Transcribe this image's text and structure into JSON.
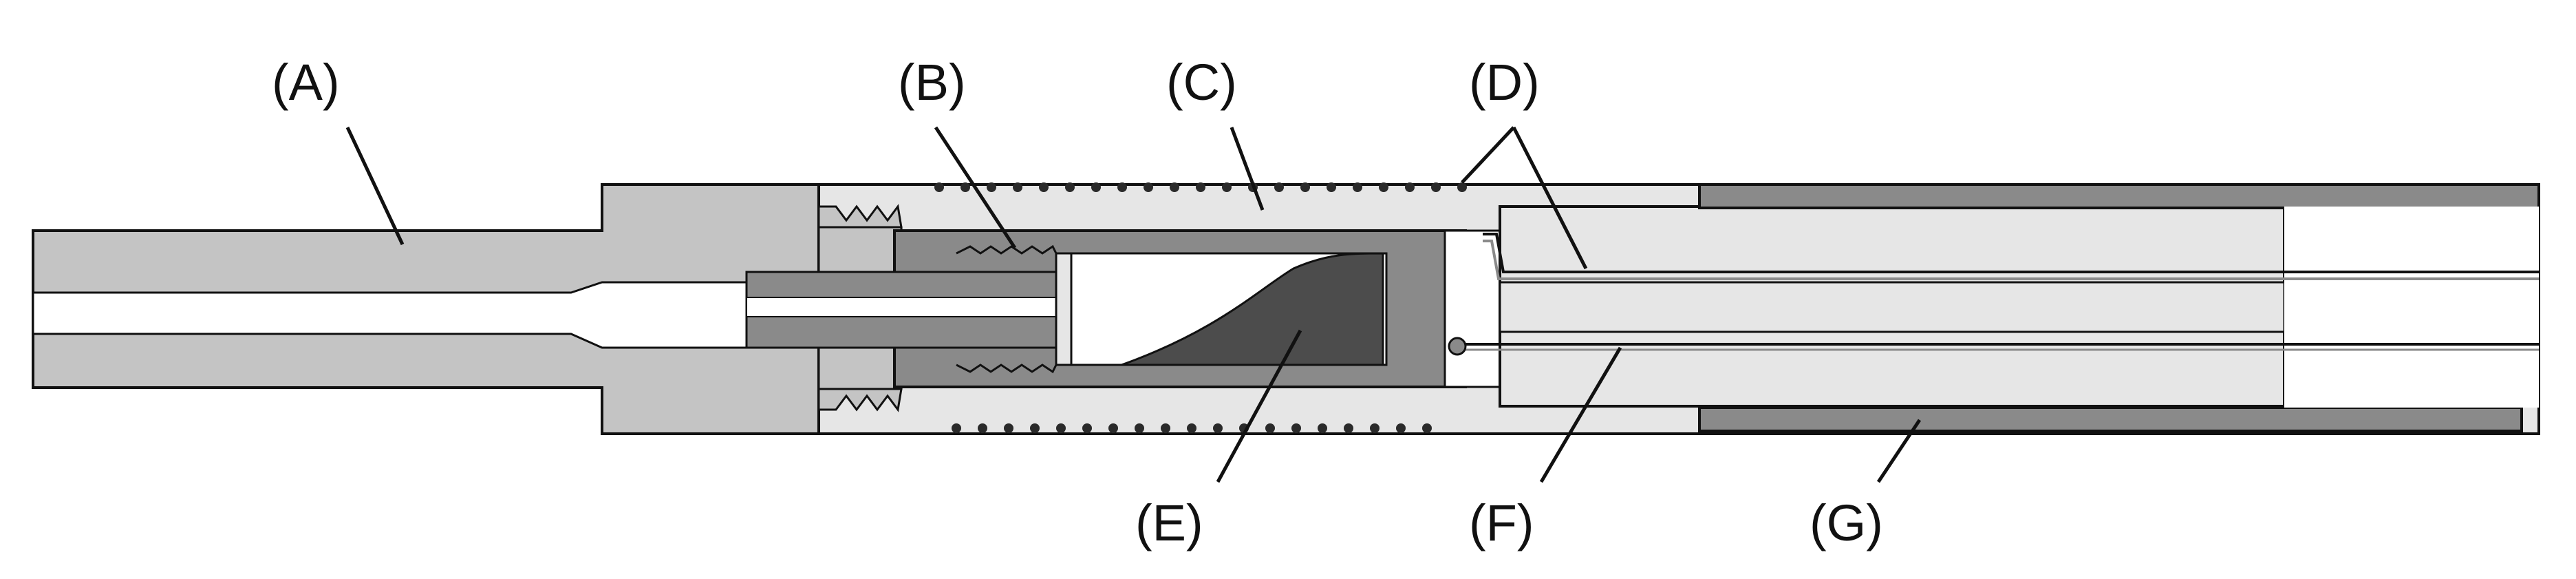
{
  "callouts": [
    {
      "id": "A",
      "label": "(A)"
    },
    {
      "id": "B",
      "label": "(B)"
    },
    {
      "id": "C",
      "label": "(C)"
    },
    {
      "id": "D",
      "label": "(D)"
    },
    {
      "id": "E",
      "label": "(E)"
    },
    {
      "id": "F",
      "label": "(F)"
    },
    {
      "id": "G",
      "label": "(G)"
    }
  ],
  "colors": {
    "outline": "#111111",
    "light_gray": "#c4c4c4",
    "lighter_gray": "#e6e6e6",
    "mid_gray": "#8a8a8a",
    "dark_gray": "#4c4c4c",
    "white": "#ffffff"
  }
}
